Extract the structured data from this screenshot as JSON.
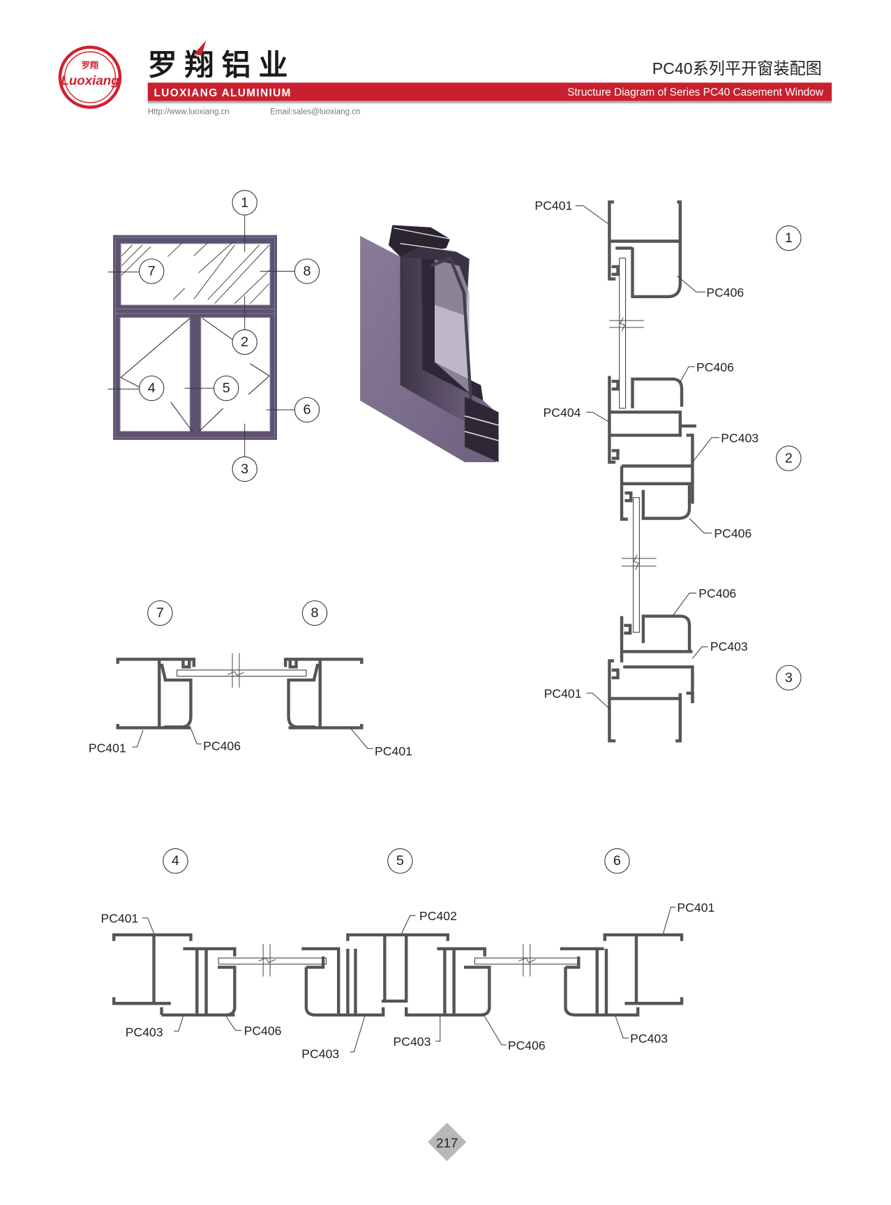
{
  "header": {
    "logo": {
      "chinese": "罗翔",
      "script": "Luoxiang",
      "color": "#d0202f"
    },
    "company_name_cn": "罗翔铝业",
    "company_name_en": "LUOXIANG ALUMINIUM",
    "website": "Http://www.luoxiang.cn",
    "email": "Email:sales@luoxiang.cn",
    "title_cn": "PC40系列平开窗装配图",
    "title_en": "Structure Diagram of Series PC40 Casement Window",
    "bar_color": "#c8202e"
  },
  "elevation": {
    "callouts": [
      "1",
      "2",
      "3",
      "4",
      "5",
      "6",
      "7",
      "8"
    ],
    "frame_color": "#5d5270"
  },
  "product_render": {
    "description": "3D corner section of PC40 casement window profile with glazing",
    "color": "#7b6d8a"
  },
  "section_vertical": {
    "callouts": [
      "1",
      "2",
      "3"
    ],
    "labels": {
      "s1_frame": "PC401",
      "s1_bead": "PC406",
      "s2_bead_top": "PC406",
      "s2_mullion": "PC404",
      "s2_sash": "PC403",
      "s2_bead_bottom": "PC406",
      "s3_bead": "PC406",
      "s3_sash": "PC403",
      "s3_frame": "PC401"
    }
  },
  "section_78": {
    "callouts": [
      "7",
      "8"
    ],
    "labels": {
      "left_frame": "PC401",
      "left_bead": "PC406",
      "right_frame": "PC401"
    }
  },
  "section_456": {
    "callouts": [
      "4",
      "5",
      "6"
    ],
    "labels": {
      "s4_frame": "PC401",
      "s4_sash": "PC403",
      "s4_bead": "PC406",
      "s5_mullion": "PC402",
      "s5_sash_left": "PC403",
      "s5_sash_right": "PC403",
      "s5_bead": "PC406",
      "s6_frame": "PC401",
      "s6_sash": "PC403"
    }
  },
  "footer": {
    "page_number": "217",
    "badge_color": "#b8b8b8"
  }
}
